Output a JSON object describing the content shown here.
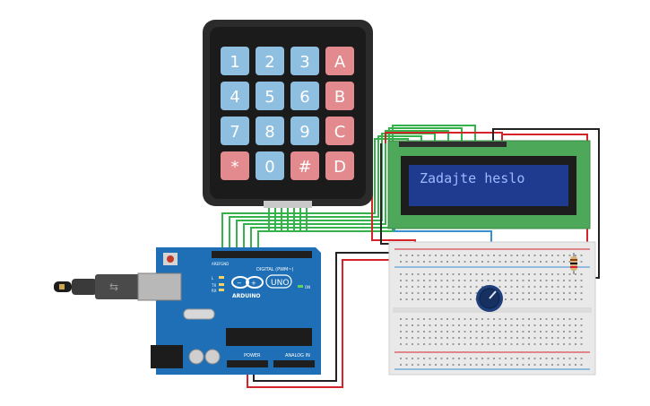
{
  "keypad": {
    "keys": [
      [
        "1",
        "2",
        "3",
        "A"
      ],
      [
        "4",
        "5",
        "6",
        "B"
      ],
      [
        "7",
        "8",
        "9",
        "C"
      ],
      [
        "*",
        "0",
        "#",
        "D"
      ]
    ],
    "colors": {
      "body": "#2b2b2b",
      "bezel": "#1b1b1b",
      "numeric": "#8fbfe0",
      "letter": "#e28a8e",
      "text": "#ffffff"
    }
  },
  "lcd": {
    "text": "Zadajte heslo",
    "colors": {
      "pcb": "#4ea85a",
      "screen": "#1e3b8f",
      "text": "#9fb8ff"
    }
  },
  "arduino": {
    "brand": "ARDUINO",
    "model": "UNO",
    "labels": {
      "digital": "DIGITAL (PWM~)",
      "power": "POWER",
      "analog": "ANALOG IN",
      "aref": "AREF",
      "gnd": "GND",
      "on": "ON",
      "tx": "TX",
      "rx": "RX",
      "l": "L"
    },
    "colors": {
      "board": "#1e6fb5",
      "header": "#1f1f1f"
    }
  },
  "wires": {
    "green": "#34b34a",
    "red": "#d5232a",
    "black": "#222222",
    "blue": "#3a8fd0"
  }
}
